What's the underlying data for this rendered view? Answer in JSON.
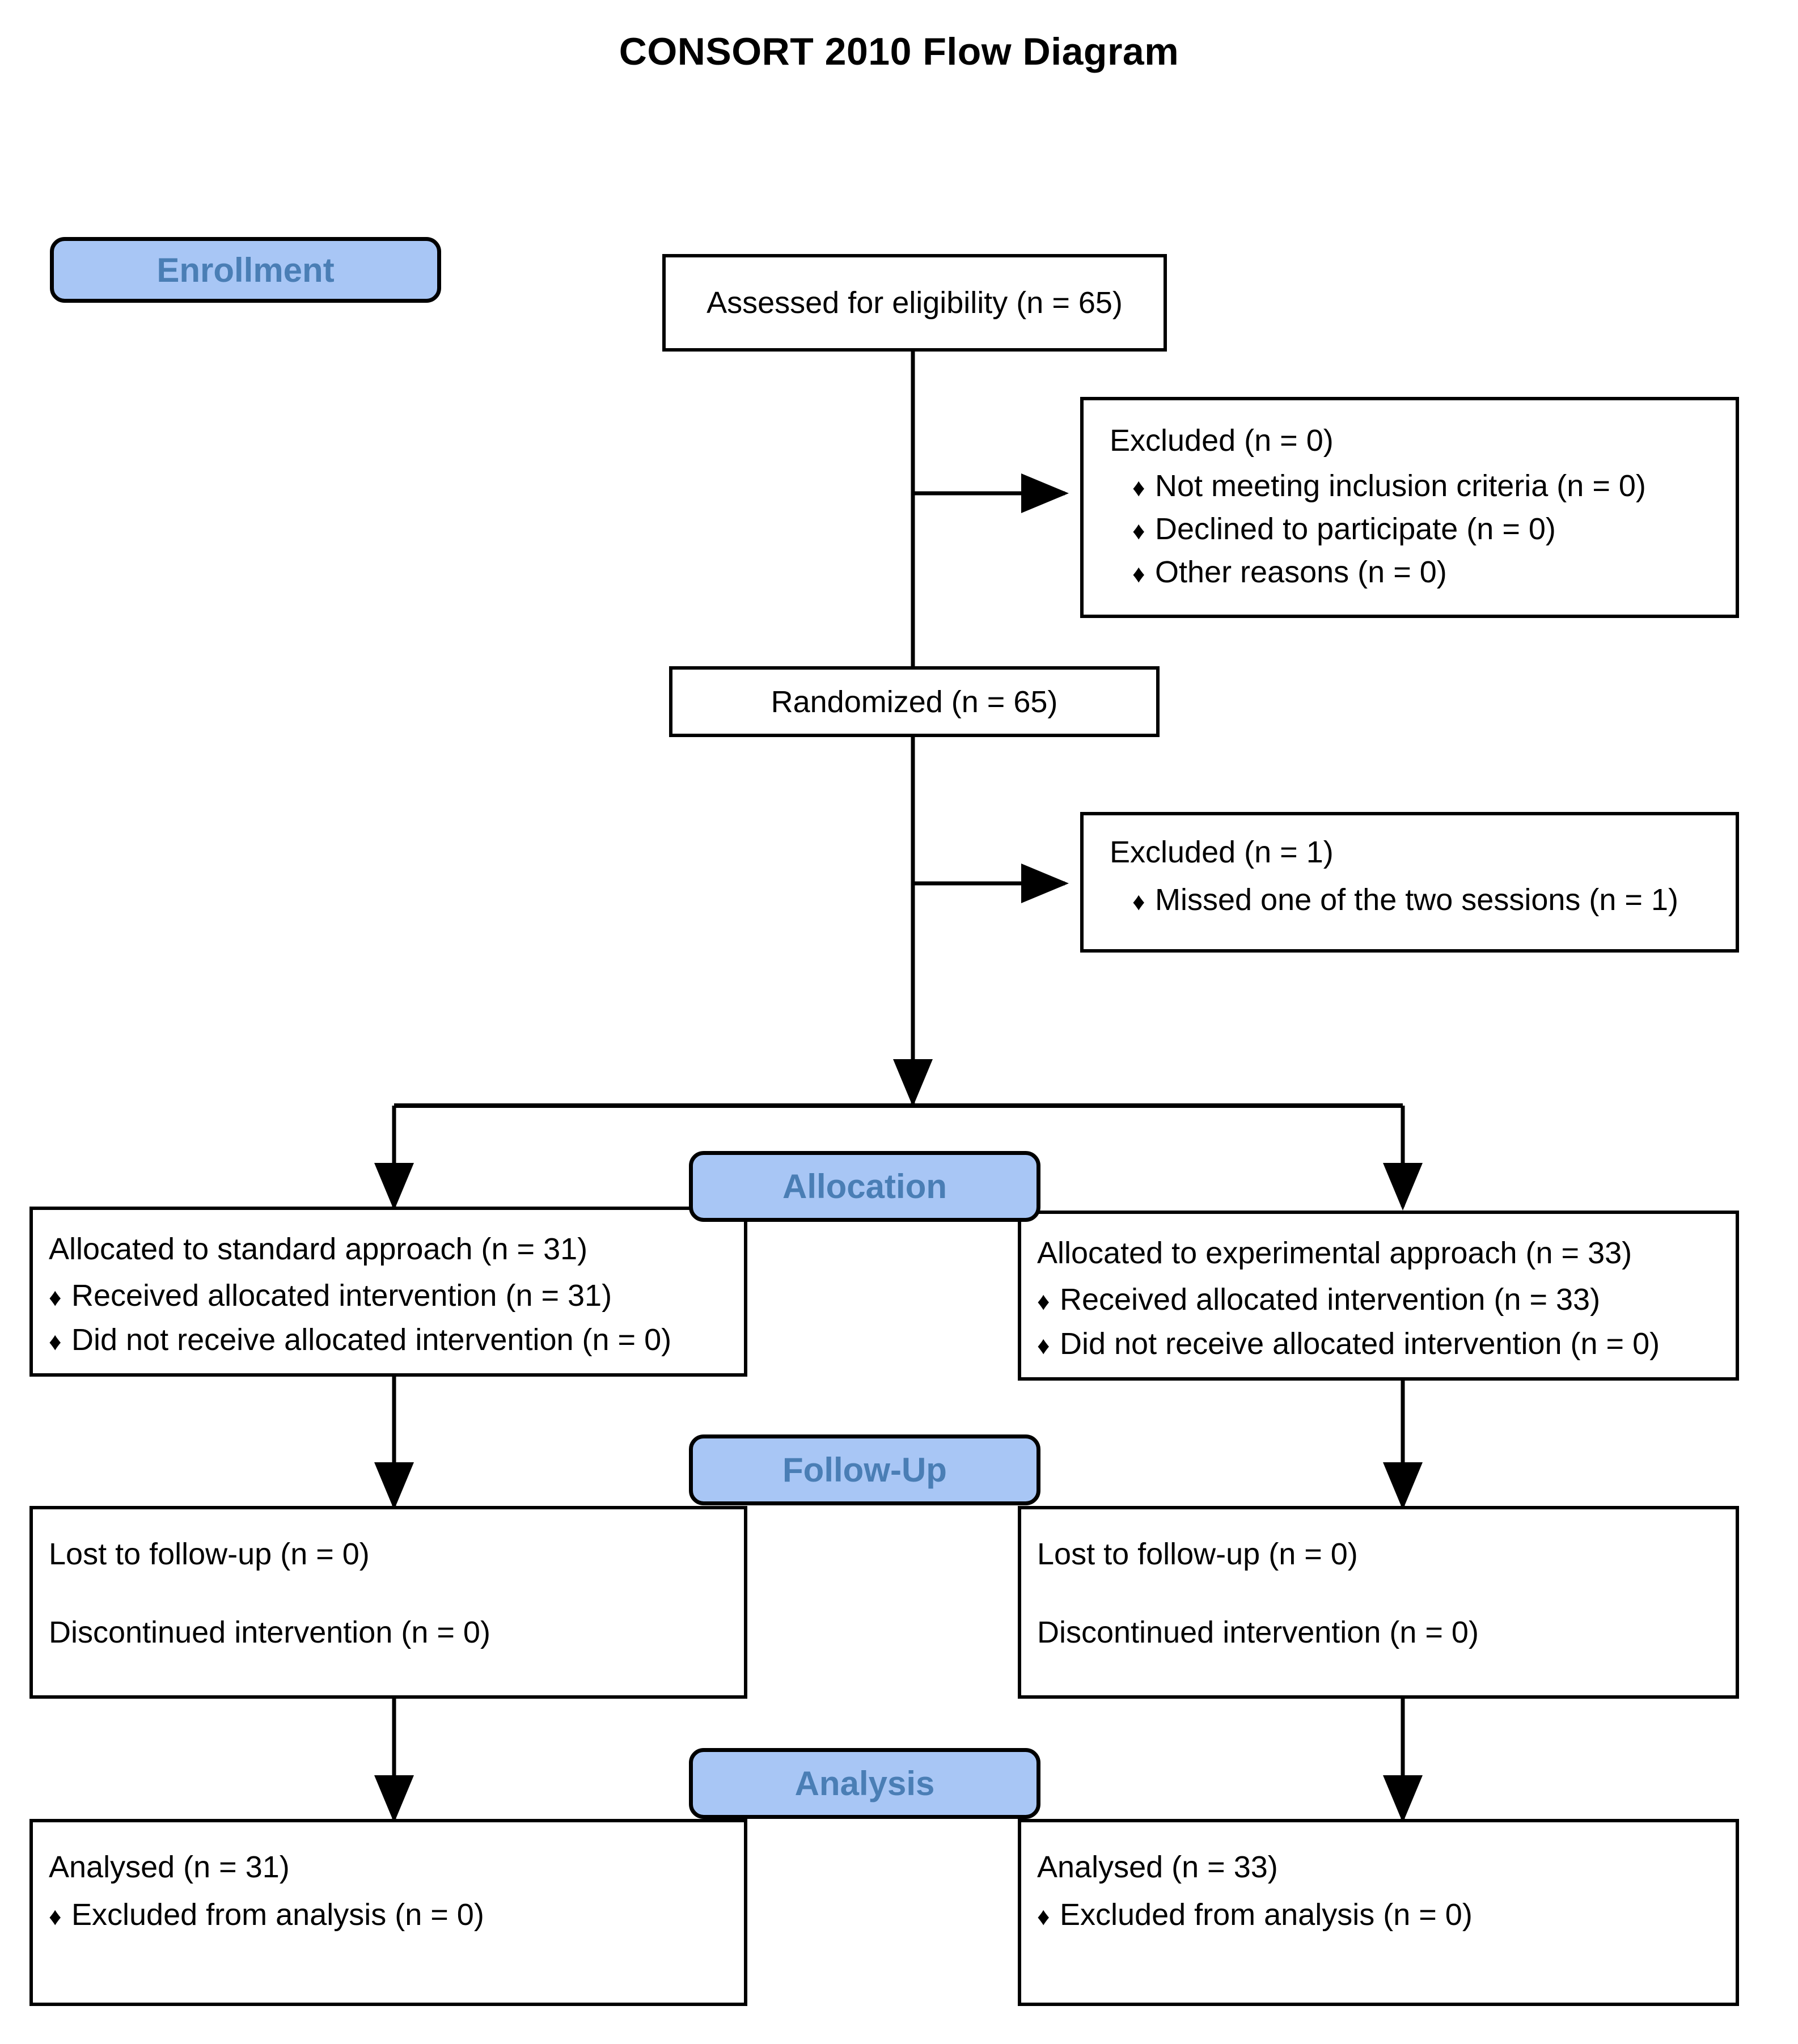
{
  "title": "CONSORT 2010 Flow Diagram",
  "stages": {
    "enrollment": "Enrollment",
    "allocation": "Allocation",
    "followup": "Follow-Up",
    "analysis": "Analysis"
  },
  "bullet_glyph": "♦",
  "colors": {
    "stage_fill": "#A8C6F5",
    "stage_text": "#4A7EB5",
    "box_border": "#000000",
    "box_fill": "#FFFFFF",
    "text": "#000000"
  },
  "boxes": {
    "assessed": {
      "lines": [
        "Assessed for eligibility (n = 65)"
      ]
    },
    "excluded_enrollment": {
      "heading": "Excluded (n = 0)",
      "bullets": [
        "Not meeting inclusion criteria (n = 0)",
        "Declined to participate (n = 0)",
        "Other reasons (n = 0)"
      ]
    },
    "randomized": {
      "lines": [
        "Randomized  (n = 65)"
      ]
    },
    "excluded_randomization": {
      "heading": "Excluded (n = 1)",
      "bullets": [
        "Missed one of the two sessions (n = 1)"
      ]
    },
    "allocation_left": {
      "heading": "Allocated to standard approach (n = 31)",
      "bullets": [
        "Received allocated intervention (n = 31)",
        "Did not receive allocated intervention (n = 0)"
      ]
    },
    "allocation_right": {
      "heading": "Allocated to experimental approach (n = 33)",
      "bullets": [
        "Received allocated intervention (n = 33)",
        "Did not receive allocated intervention (n = 0)"
      ]
    },
    "followup_left": {
      "lines": [
        "Lost to follow-up (n = 0)",
        "Discontinued intervention (n = 0)"
      ]
    },
    "followup_right": {
      "lines": [
        "Lost to follow-up (n = 0)",
        "Discontinued intervention (n = 0)"
      ]
    },
    "analysis_left": {
      "heading": "Analysed (n = 31)",
      "bullets": [
        "Excluded from analysis (n = 0)"
      ]
    },
    "analysis_right": {
      "heading": "Analysed (n = 33)",
      "bullets": [
        "Excluded from analysis (n = 0)"
      ]
    }
  },
  "chart_data": {
    "type": "diagram",
    "title": "CONSORT 2010 Flow Diagram",
    "nodes": [
      {
        "id": "assessed",
        "label": "Assessed for eligibility",
        "n": 65
      },
      {
        "id": "excluded_enrollment",
        "label": "Excluded",
        "n": 0
      },
      {
        "id": "not_meeting",
        "label": "Not meeting inclusion criteria",
        "n": 0
      },
      {
        "id": "declined",
        "label": "Declined to participate",
        "n": 0
      },
      {
        "id": "other",
        "label": "Other reasons",
        "n": 0
      },
      {
        "id": "randomized",
        "label": "Randomized",
        "n": 65
      },
      {
        "id": "excluded_randomization",
        "label": "Excluded",
        "n": 1
      },
      {
        "id": "missed_session",
        "label": "Missed one of the two sessions",
        "n": 1
      },
      {
        "id": "alloc_standard",
        "label": "Allocated to standard approach",
        "n": 31
      },
      {
        "id": "alloc_experimental",
        "label": "Allocated to experimental approach",
        "n": 33
      },
      {
        "id": "received_standard",
        "label": "Received allocated intervention",
        "n": 31
      },
      {
        "id": "notreceived_standard",
        "label": "Did not receive allocated intervention",
        "n": 0
      },
      {
        "id": "received_experimental",
        "label": "Received allocated intervention",
        "n": 33
      },
      {
        "id": "notreceived_experimental",
        "label": "Did not receive allocated intervention",
        "n": 0
      },
      {
        "id": "lost_left",
        "label": "Lost to follow-up",
        "n": 0
      },
      {
        "id": "disc_left",
        "label": "Discontinued intervention",
        "n": 0
      },
      {
        "id": "lost_right",
        "label": "Lost to follow-up",
        "n": 0
      },
      {
        "id": "disc_right",
        "label": "Discontinued intervention",
        "n": 0
      },
      {
        "id": "analysed_left",
        "label": "Analysed",
        "n": 31
      },
      {
        "id": "excl_analysis_left",
        "label": "Excluded from analysis",
        "n": 0
      },
      {
        "id": "analysed_right",
        "label": "Analysed",
        "n": 33
      },
      {
        "id": "excl_analysis_right",
        "label": "Excluded from analysis",
        "n": 0
      }
    ],
    "stages": [
      "Enrollment",
      "Allocation",
      "Follow-Up",
      "Analysis"
    ]
  }
}
